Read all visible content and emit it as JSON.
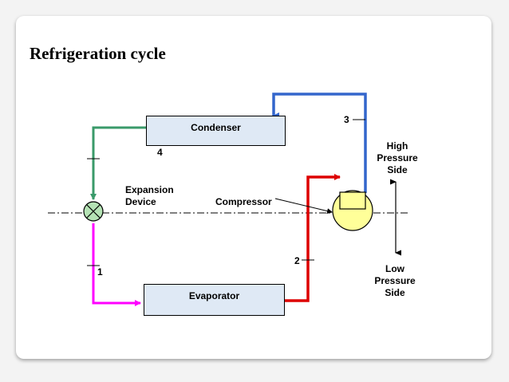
{
  "slide": {
    "title": "Refrigeration cycle"
  },
  "diagram": {
    "condenser": "Condenser",
    "evaporator": "Evaporator",
    "expansion_device": [
      "Expansion",
      "Device"
    ],
    "compressor": "Compressor",
    "high_pressure_side": [
      "High",
      "Pressure",
      "Side"
    ],
    "low_pressure_side": [
      "Low",
      "Pressure",
      "Side"
    ],
    "state_points": {
      "p1": "1",
      "p2": "2",
      "p3": "3",
      "p4": "4"
    },
    "colors": {
      "discharge_line": "#3366cc",
      "condenser_outlet_line": "#3a9a6a",
      "expansion_outlet_line": "#ff00ff",
      "suction_line": "#dd0000",
      "compressor_fill": "#ffff99",
      "valve_fill": "#b5e3b5",
      "box_fill": "#dfe9f5"
    }
  }
}
